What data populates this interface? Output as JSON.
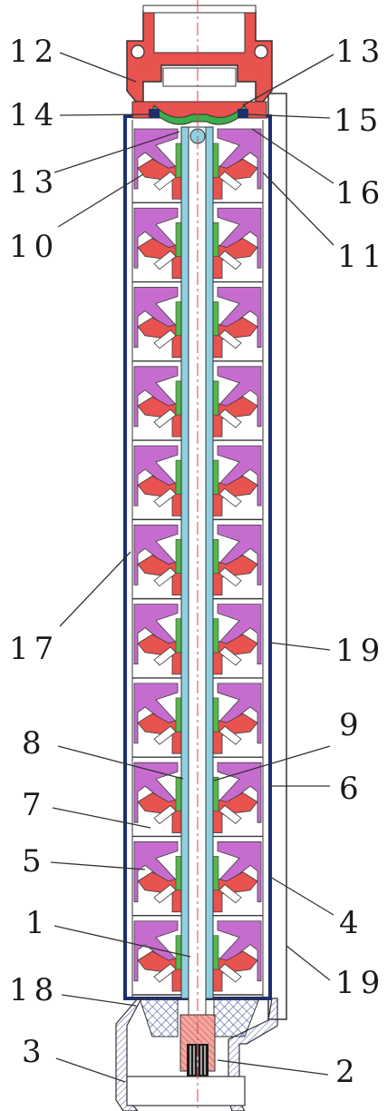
{
  "colors": {
    "impeller": "#e8524f",
    "diffuser": "#c76ccf",
    "bearing": "#56b84a",
    "shaft_sleeve": "#8fd0e0",
    "casing": "#1d2f6f",
    "cover": "#3cae4c",
    "outline": "#3a3a3a",
    "centerline": "#e04040",
    "hatch": "#4a5aa0"
  },
  "diagram": {
    "stage_count": 11,
    "callouts": [
      {
        "id": "c12",
        "text": "12"
      },
      {
        "id": "c13a",
        "text": "13"
      },
      {
        "id": "c14",
        "text": "14"
      },
      {
        "id": "c15",
        "text": "15"
      },
      {
        "id": "c13b",
        "text": "13"
      },
      {
        "id": "c16",
        "text": "16"
      },
      {
        "id": "c10",
        "text": "10"
      },
      {
        "id": "c11",
        "text": "11"
      },
      {
        "id": "c17",
        "text": "17"
      },
      {
        "id": "c19a",
        "text": "19"
      },
      {
        "id": "c8",
        "text": "8"
      },
      {
        "id": "c9",
        "text": "9"
      },
      {
        "id": "c7",
        "text": "7"
      },
      {
        "id": "c6",
        "text": "6"
      },
      {
        "id": "c5",
        "text": "5"
      },
      {
        "id": "c4",
        "text": "4"
      },
      {
        "id": "c1",
        "text": "1"
      },
      {
        "id": "c18",
        "text": "18"
      },
      {
        "id": "c19b",
        "text": "19"
      },
      {
        "id": "c3",
        "text": "3"
      },
      {
        "id": "c2",
        "text": "2"
      }
    ]
  }
}
